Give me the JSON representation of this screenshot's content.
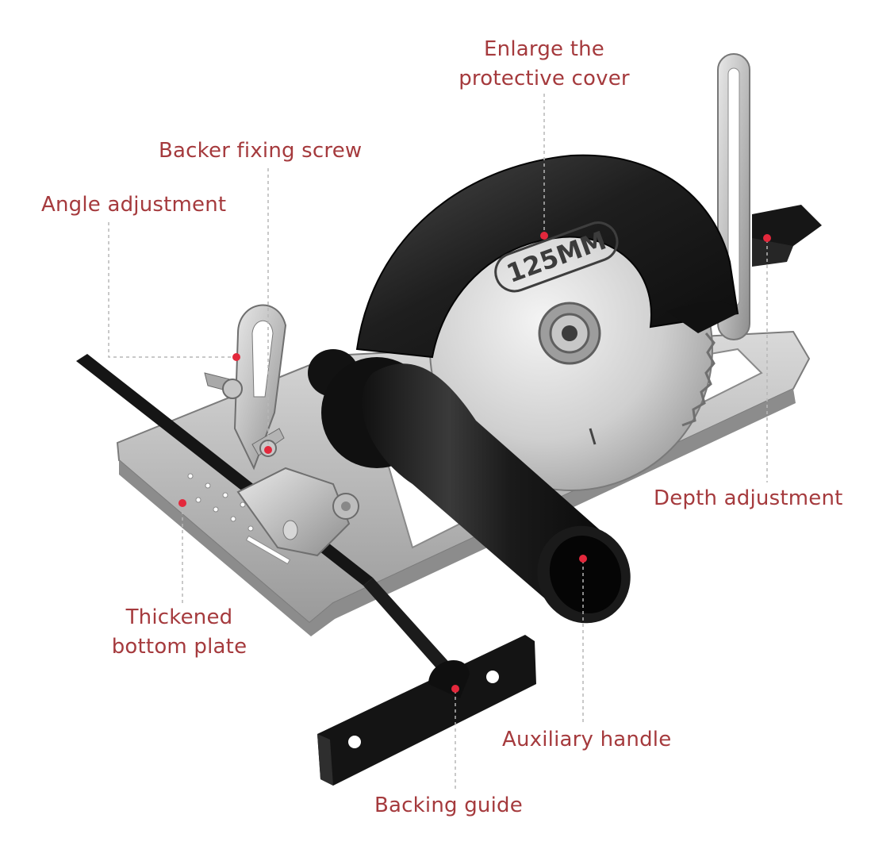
{
  "colors": {
    "label_text": "#a53a3d",
    "marker_dot": "#e3283c",
    "leader_line": "#b7b7b7",
    "background": "#ffffff"
  },
  "labels": {
    "protective_cover": {
      "line1": "Enlarge the",
      "line2": "protective cover"
    },
    "fixing_screw": {
      "text": "Backer fixing screw"
    },
    "angle_adjustment": {
      "text": "Angle adjustment"
    },
    "depth_adjustment": {
      "text": "Depth adjustment"
    },
    "bottom_plate": {
      "line1": "Thickened",
      "line2": "bottom plate"
    },
    "auxiliary_handle": {
      "text": "Auxiliary handle"
    },
    "backing_guide": {
      "text": "Backing guide"
    }
  },
  "guard_marking": "125MM"
}
